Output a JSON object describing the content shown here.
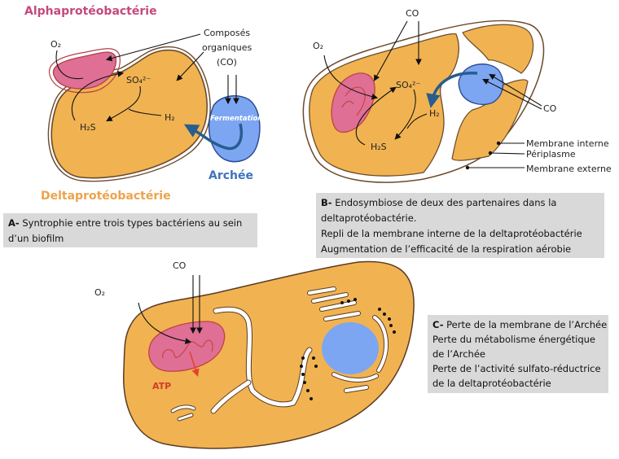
{
  "panel_a": {
    "title_alpha": "Alphaprotéobactérie",
    "title_delta": "Deltaprotéobactérie",
    "title_archaea": "Archée",
    "label_o2": "O₂",
    "label_so4": "SO₄²⁻",
    "label_h2s": "H₂S",
    "label_h2": "H₂",
    "label_organics_line1": "Composés",
    "label_organics_line2": "organiques",
    "label_organics_line3": "(CO)",
    "label_fermentation": "Fermentation",
    "caption_prefix": "A-",
    "caption_lines": [
      "Syntrophie entre trois types bactériens au sein",
      "d’un biofilm"
    ]
  },
  "panel_b": {
    "label_co_top": "CO",
    "label_co_right": "CO",
    "label_o2": "O₂",
    "label_so4": "SO₄²⁻",
    "label_h2": "H₂",
    "label_h2s": "H₂S",
    "label_inner_membrane": "Membrane interne",
    "label_periplasm": "Périplasme",
    "label_outer_membrane": "Membrane externe",
    "caption_prefix": "B-",
    "caption_lines": [
      "Endosymbiose de deux des partenaires dans la",
      "deltaprotéobactérie.",
      "Repli de la membrane interne de la deltaprotéobactérie",
      "Augmentation de l’efficacité de la respiration aérobie"
    ]
  },
  "panel_c": {
    "label_co": "CO",
    "label_o2": "O₂",
    "label_atp": "ATP",
    "caption_prefix": "C-",
    "caption_lines": [
      "Perte de la membrane de l’Archée",
      "Perte du métabolisme énergétique",
      "de l’Archée",
      "Perte de l’activité sulfato-réductrice",
      "de la deltaprotéobactérie"
    ]
  },
  "colors": {
    "delta_fill": "#f1b351",
    "alpha_fill": "#df6f95",
    "archaea_fill": "#7da6f2",
    "membrane": "#6b4a2b",
    "arrow_blue": "#275d8f",
    "caption_bg": "#d9d9d9"
  }
}
